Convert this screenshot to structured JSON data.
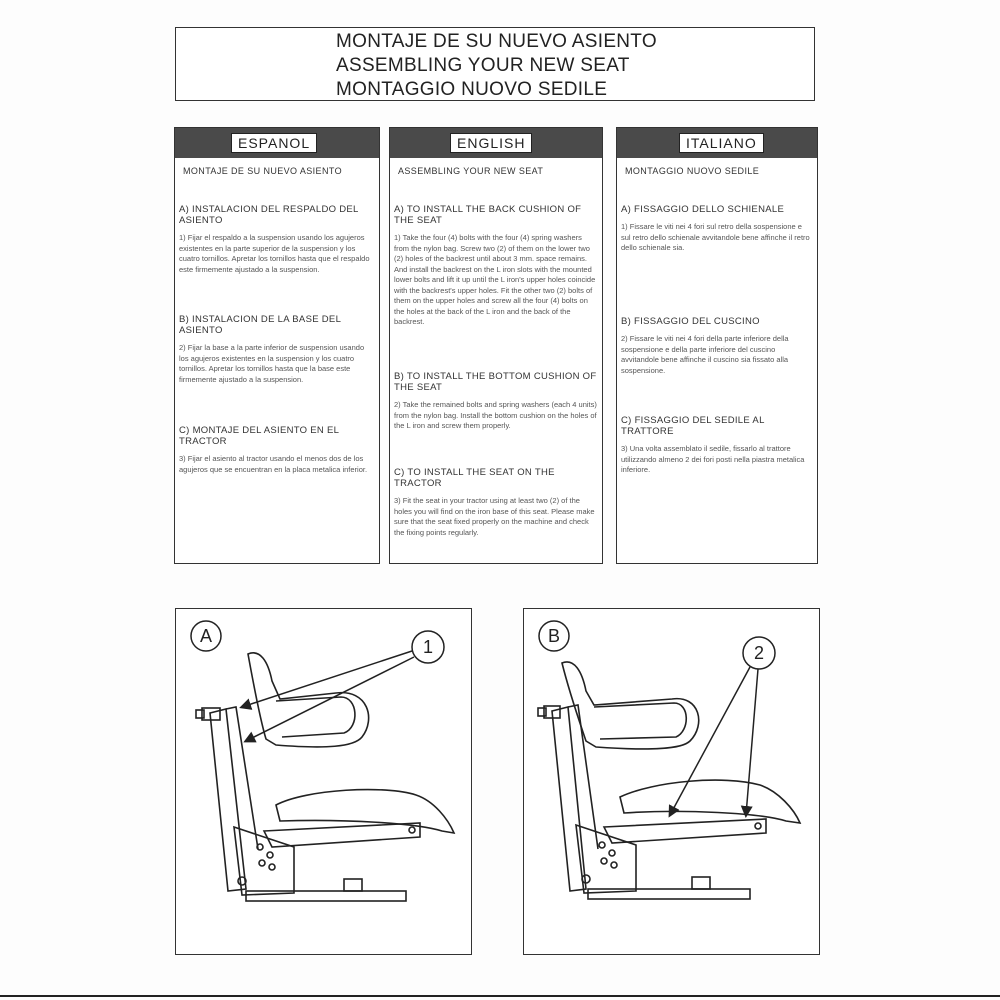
{
  "title": {
    "es": "MONTAJE DE SU NUEVO ASIENTO",
    "en": "ASSEMBLING YOUR NEW SEAT",
    "it": "MONTAGGIO NUOVO SEDILE"
  },
  "columns": [
    {
      "lang": "ESPANOL",
      "subtitle": "MONTAJE DE SU NUEVO ASIENTO",
      "sections": [
        {
          "heading": "A) INSTALACION DEL RESPALDO DEL ASIENTO",
          "body": "1) Fijar el respaldo a la suspension usando los agujeros existentes en la parte superior de la suspension y los cuatro tornillos. Apretar los tornillos hasta que el respaldo este firmemente ajustado a la suspension."
        },
        {
          "heading": "B) INSTALACION DE LA BASE DEL ASIENTO",
          "body": "2) Fijar la base a la parte inferior de suspension usando los agujeros existentes en la suspension y los cuatro tornillos. Apretar los tornillos hasta que la base este firmemente ajustado a la suspension."
        },
        {
          "heading": "C) MONTAJE DEL ASIENTO EN EL TRACTOR",
          "body": "3) Fijar el asiento al tractor usando el menos dos de los agujeros que se encuentran en la placa metalica inferior."
        }
      ]
    },
    {
      "lang": "ENGLISH",
      "subtitle": "ASSEMBLING YOUR NEW SEAT",
      "sections": [
        {
          "heading": "A) TO INSTALL THE BACK CUSHION OF THE SEAT",
          "body": "1) Take the four (4) bolts with the four (4) spring washers from the nylon bag. Screw two (2) of them on the lower two (2) holes of the backrest until about 3 mm. space remains. And install the backrest on the L iron slots with the mounted lower bolts and lift it up until the L iron's upper holes coincide with the backrest's upper holes. Fit the other two (2) bolts of them on the upper holes and screw all the four (4) bolts on the holes at the back of the L iron and the back of the backrest."
        },
        {
          "heading": "B) TO INSTALL THE BOTTOM CUSHION OF THE SEAT",
          "body": "2) Take the remained bolts and spring washers (each 4 units) from the nylon bag. Install the bottom cushion on the holes of the L iron and screw them properly."
        },
        {
          "heading": "C) TO INSTALL THE SEAT ON THE TRACTOR",
          "body": "3) Fit the seat in your tractor using at least two (2) of the holes you will find on the iron base of this seat. Please make sure that the seat fixed properly on the machine and check the fixing points regularly."
        }
      ]
    },
    {
      "lang": "ITALIANO",
      "subtitle": "MONTAGGIO NUOVO SEDILE",
      "sections": [
        {
          "heading": "A) FISSAGGIO DELLO SCHIENALE",
          "body": "1) Fissare le viti nei 4 fori sul retro della sospensione e sul retro dello schienale avvitandole bene affinche il retro dello schienale sia."
        },
        {
          "heading": "B) FISSAGGIO DEL CUSCINO",
          "body": "2) Fissare le viti nei 4 fori della parte inferiore della sospensione e della parte inferiore del cuscino avvitandole bene affinche il cuscino sia fissato alla sospensione."
        },
        {
          "heading": "C) FISSAGGIO DEL SEDILE AL TRATTORE",
          "body": "3) Una volta assemblato il sedile, fissarlo al trattore utilizzando almeno 2 dei fori posti nella piastra metalica inferiore."
        }
      ]
    }
  ],
  "figures": [
    {
      "letter": "A",
      "callout": "1"
    },
    {
      "letter": "B",
      "callout": "2"
    }
  ]
}
